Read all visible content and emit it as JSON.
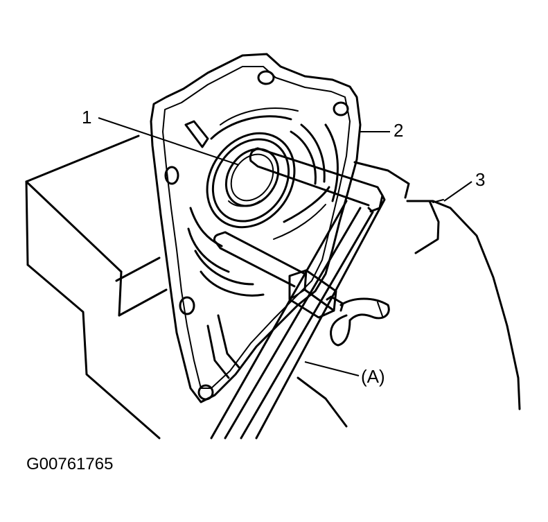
{
  "callouts": {
    "c1": "1",
    "c2": "2",
    "c3": "3",
    "cA": "(A)"
  },
  "figure_code": "G00761765"
}
